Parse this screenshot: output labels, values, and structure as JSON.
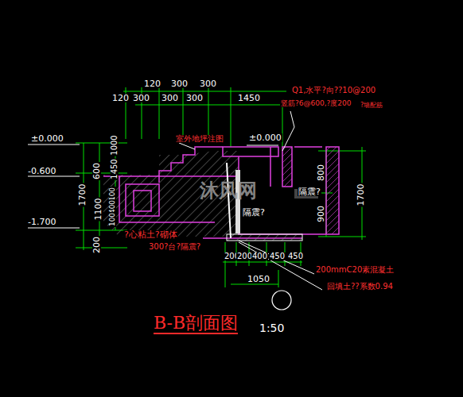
{
  "diagram": {
    "title": "B-B剖面图",
    "labels": [
      "120",
      "300",
      "300",
      "120",
      "300",
      "300",
      "300",
      "1450",
      "Q1,水平?向??10@200",
      "竖筋?6@600,?度200",
      "?墙配筋",
      "±0.000",
      "-0.600",
      "-1.700",
      "1700",
      "600",
      "1100",
      "200",
      "1000",
      "1450",
      "100",
      "400",
      "100",
      "室外地坪注图",
      "±0.000",
      "800",
      "900",
      "1700",
      "隔震?",
      "隔震?",
      "?心粘土?砌体",
      "300?台?隔震?",
      "200",
      "200",
      "400",
      "450",
      "450",
      "1050",
      "200mmC20素混凝土",
      "回填土??系数0.94",
      "沐风网",
      "1:50"
    ]
  }
}
